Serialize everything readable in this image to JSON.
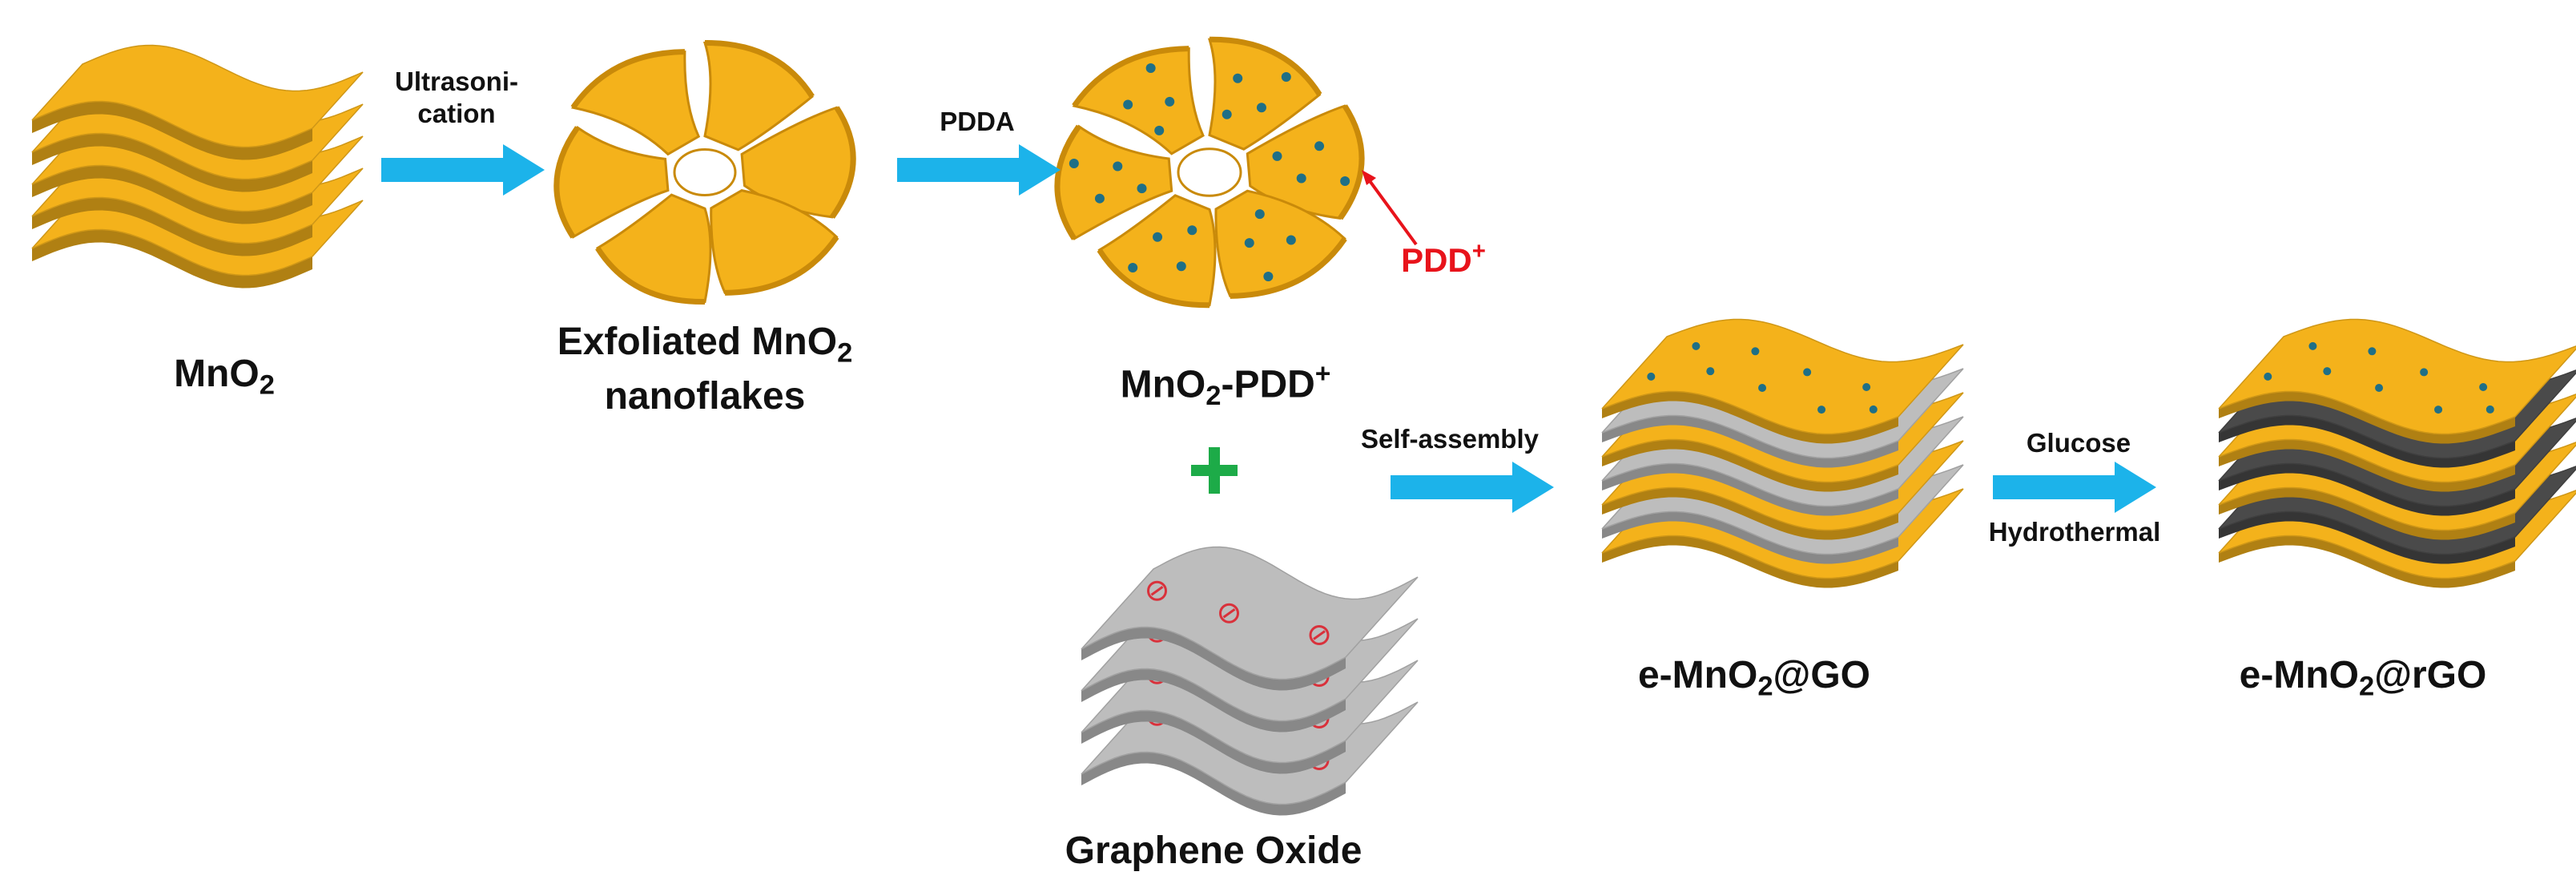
{
  "colors": {
    "mno2": "#f4b21b",
    "mno2_dark": "#c98a0a",
    "graphene_oxide": "#bdbdbd",
    "reduced_graphene": "#4a4a4a",
    "arrow": "#1cb3ea",
    "pdd_dot": "#1f6f86",
    "pdd_label": "#e8131b",
    "plus": "#1dab48",
    "negative_charge": "#d9313b"
  },
  "labels": {
    "mno2": {
      "main": "MnO",
      "sub": "2"
    },
    "exfoliated": {
      "line1_main": "Exfoliated MnO",
      "line1_sub": "2",
      "line2": "nanoflakes"
    },
    "mno2_pdd": {
      "part1": "MnO",
      "sub": "2",
      "part2": "-PDD",
      "sup": "+"
    },
    "graphene_oxide": "Graphene Oxide",
    "e_mno2_go": {
      "prefix": "e-MnO",
      "sub": "2",
      "suffix": "@GO"
    },
    "e_mno2_rgo": {
      "prefix": "e-MnO",
      "sub": "2",
      "suffix": "@rGO"
    },
    "pdd_callout": {
      "main": "PDD",
      "sup": "+"
    }
  },
  "steps": {
    "ultrasonication": {
      "line1": "Ultrasoni-",
      "line2": "cation"
    },
    "pdda": "PDDA",
    "self_assembly": "Self-assembly",
    "glucose": "Glucose",
    "hydrothermal": "Hydrothermal"
  },
  "symbols": {
    "plus": "plus-sign",
    "negative_charge": "minus-in-circle"
  }
}
